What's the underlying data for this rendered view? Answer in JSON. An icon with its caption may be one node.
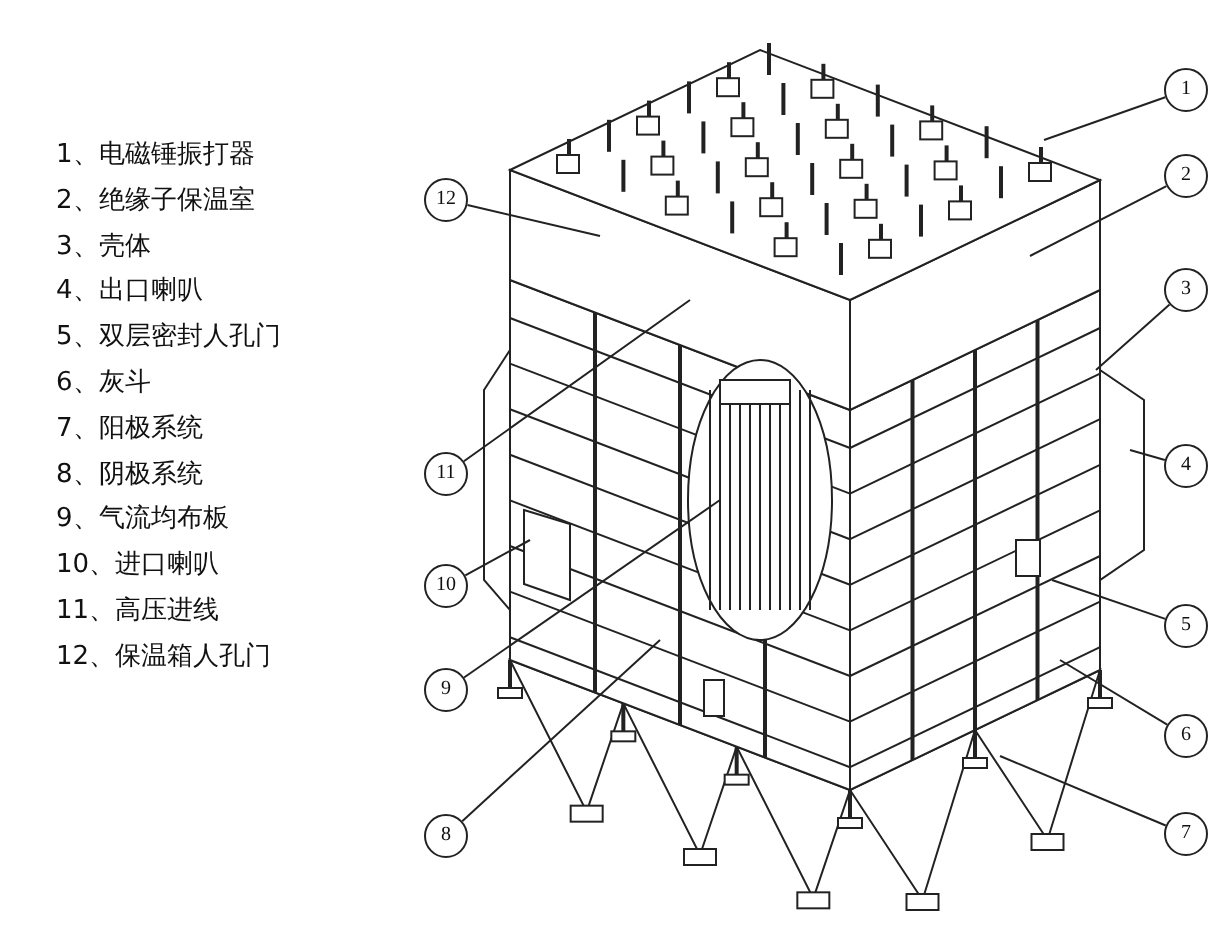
{
  "diagram": {
    "nodes": [
      {
        "text": [
          "12"
        ]
      },
      {
        "text": [
          "11"
        ]
      },
      {
        "text": [
          "10"
        ]
      },
      {
        "text": [
          "9"
        ]
      },
      {
        "text": [
          "8"
        ]
      },
      {
        "text": [
          "1"
        ]
      },
      {
        "text": [
          "2"
        ]
      },
      {
        "text": [
          "3"
        ]
      },
      {
        "text": [
          "4"
        ]
      },
      {
        "text": [
          "5"
        ]
      },
      {
        "text": [
          "6"
        ]
      },
      {
        "text": [
          "7"
        ]
      }
    ],
    "edges": [
      {
        "from": 0,
        "to": null,
        "arrow": "none"
      },
      {
        "from": 1,
        "to": null,
        "arrow": "none"
      },
      {
        "from": 2,
        "to": null,
        "arrow": "none"
      },
      {
        "from": 3,
        "to": null,
        "arrow": "none"
      },
      {
        "from": 4,
        "to": null,
        "arrow": "none"
      },
      {
        "from": 5,
        "to": null,
        "arrow": "none"
      },
      {
        "from": 6,
        "to": null,
        "arrow": "none"
      },
      {
        "from": 7,
        "to": null,
        "arrow": "none"
      },
      {
        "from": 8,
        "to": null,
        "arrow": "none"
      },
      {
        "from": 9,
        "to": null,
        "arrow": "none"
      },
      {
        "from": 10,
        "to": null,
        "arrow": "none"
      },
      {
        "from": 11,
        "to": null,
        "arrow": "none"
      }
    ],
    "labels": [
      "1、电磁锤振打器",
      "2、绝缘子保温室",
      "3、壳体",
      "4、出口喇叭",
      "5、双层密封人孔门",
      "6、灰斗",
      "7、阳极系统",
      "8、阴极系统",
      "9、气流均布板",
      "10、进口喇叭",
      "11、高压进线",
      "12、保温箱人孔门"
    ]
  }
}
